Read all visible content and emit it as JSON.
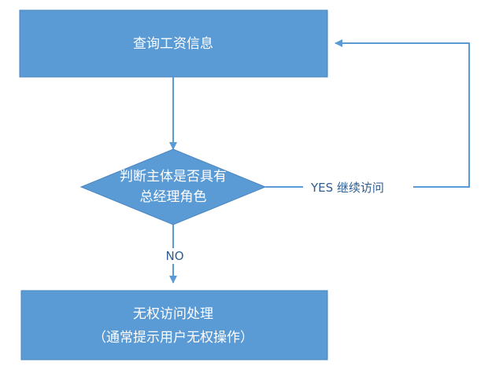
{
  "diagram": {
    "nodes": {
      "query": {
        "label": "查询工资信息"
      },
      "decision": {
        "line1": "判断主体是否具有",
        "line2": "总经理角色"
      },
      "deny": {
        "line1": "无权访问处理",
        "line2": "（通常提示用户无权操作）"
      }
    },
    "edges": {
      "yes_label": "YES 继续访问",
      "no_label": "NO"
    },
    "colors": {
      "node_fill": "#5b9bd5",
      "node_stroke": "#4a86bf",
      "edge": "#5b9bd5",
      "text_on_node": "#ffffff",
      "edge_text": "#2f5d8f"
    }
  }
}
